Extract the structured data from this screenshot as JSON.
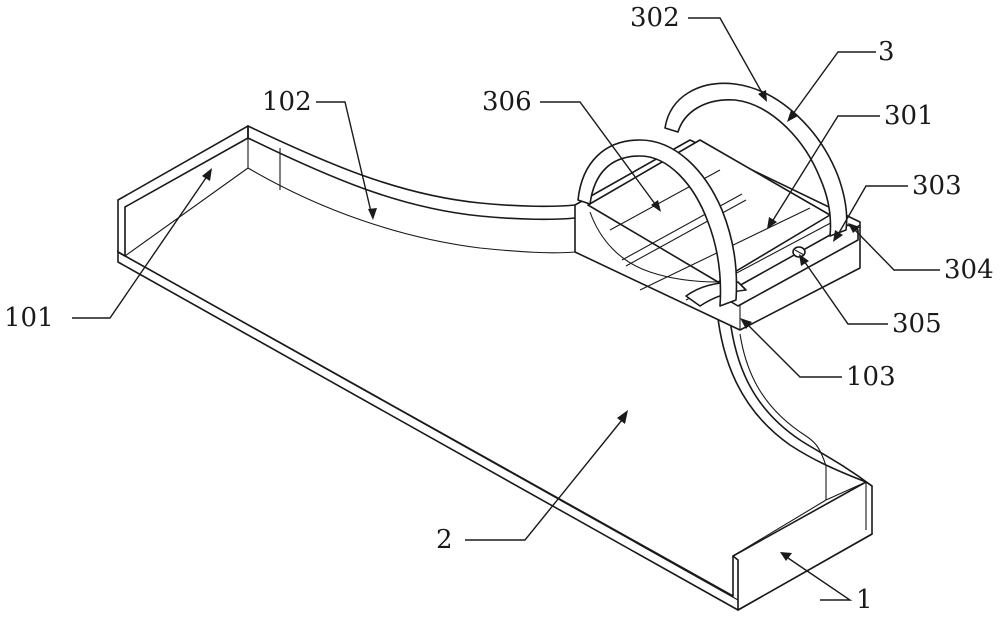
{
  "labels": {
    "l1": "1",
    "l2": "2",
    "l3": "3",
    "l101": "101",
    "l102": "102",
    "l103": "103",
    "l301": "301",
    "l302": "302",
    "l303": "303",
    "l304": "304",
    "l305": "305",
    "l306": "306"
  },
  "colors": {
    "line": "#1a1a1a",
    "background": "#ffffff"
  }
}
